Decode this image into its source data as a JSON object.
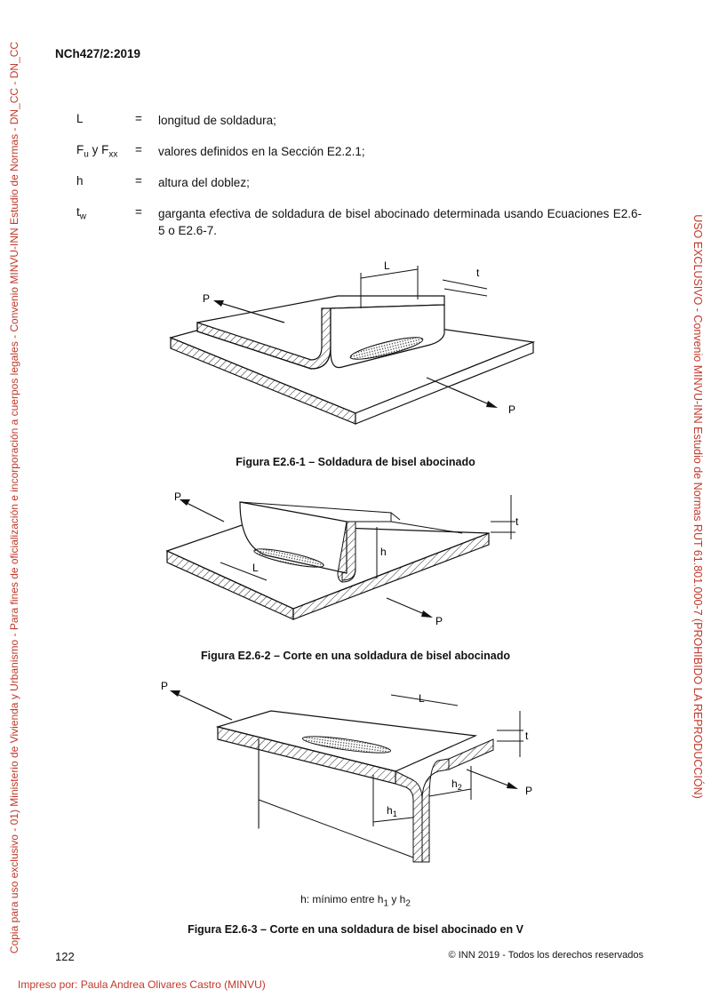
{
  "sidebar_left": "Copia para uso exclusivo - 01) Ministerio de Vivienda y Urbanismo - Para fines de oficialización e incorporación a cuerpos legales - Convenio MINVU-INN Estudio de Normas - DN_CC - DN_CC",
  "sidebar_right": "USO EXCLUSIVO - Convenio MINVU-INN Estudio de Normas RUT 61.801.000-7 (PROHIBIDO LA REPRODUCCIÓN)",
  "doc_id": "NCh427/2:2019",
  "definitions": [
    {
      "sym_main": "L",
      "sym_sub": "",
      "sym_mid": "",
      "sym_sub2": "",
      "eq": "=",
      "text": "longitud de soldadura;"
    },
    {
      "sym_main": "F",
      "sym_sub": "u",
      "sym_mid": " y F",
      "sym_sub2": "xx",
      "eq": "=",
      "text": "valores definidos en la Sección E2.2.1;"
    },
    {
      "sym_main": "h",
      "sym_sub": "",
      "sym_mid": "",
      "sym_sub2": "",
      "eq": "=",
      "text": "altura del doblez;"
    },
    {
      "sym_main": "t",
      "sym_sub": "w",
      "sym_mid": "",
      "sym_sub2": "",
      "eq": "=",
      "text": "garganta efectiva de soldadura de bisel abocinado determinada usando Ecuaciones E2.6-5 o E2.6-7."
    }
  ],
  "figure1": {
    "caption": "Figura E2.6-1 – Soldadura de bisel abocinado",
    "label_L": "L",
    "label_t": "t",
    "label_P1": "P",
    "label_P2": "P"
  },
  "figure2": {
    "caption": "Figura E2.6-2 – Corte en una soldadura de bisel abocinado",
    "label_L": "L",
    "label_t": "t",
    "label_h": "h",
    "label_P1": "P",
    "label_P2": "P"
  },
  "figure3": {
    "caption": "Figura E2.6-3 – Corte en una soldadura de bisel abocinado en V",
    "label_L": "L",
    "label_t": "t",
    "label_h": "h",
    "label_sub1": "1",
    "label_sub2": "2",
    "label_P1": "P",
    "label_P2": "P",
    "note_prefix": "h: mínimo entre h",
    "note_mid": " y h"
  },
  "page_number": "122",
  "copyright": "© INN 2019 - Todos los derechos reservados",
  "printed_by": "Impreso por: Paula Andrea Olivares Castro (MINVU)"
}
